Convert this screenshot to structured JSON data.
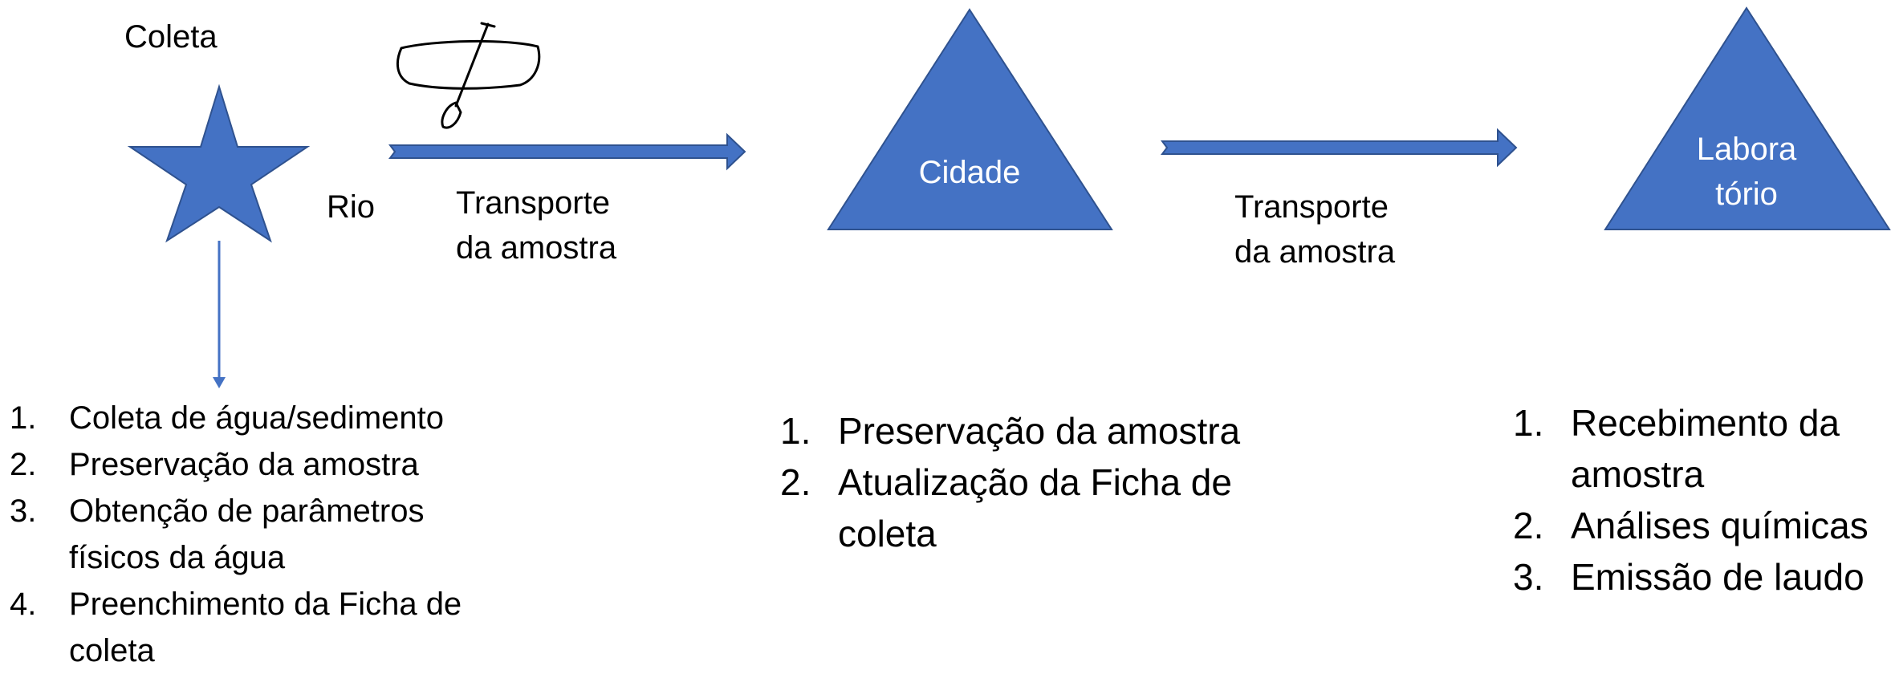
{
  "colors": {
    "shape_fill": "#4472c4",
    "shape_stroke": "#2f528f",
    "text": "#000000",
    "shape_text": "#ffffff"
  },
  "icons": {
    "collection_point": "star-icon",
    "river_transport": "canoe-icon"
  },
  "labels": {
    "coleta": "Coleta",
    "rio": "Rio",
    "transporte_1": "Transporte da amostra",
    "transporte_2": "Transporte da amostra",
    "cidade": "Cidade",
    "laboratorio_l1": "Labora",
    "laboratorio_l2": "tório"
  },
  "lists": {
    "coleta": [
      {
        "num": "1.",
        "text": "Coleta de água/sedimento"
      },
      {
        "num": "2.",
        "text": "Preservação da amostra"
      },
      {
        "num": "3.",
        "text": "Obtenção de parâmetros físicos da água"
      },
      {
        "num": "4.",
        "text": "Preenchimento da Ficha de coleta"
      }
    ],
    "cidade": [
      {
        "num": "1.",
        "text": "Preservação da amostra"
      },
      {
        "num": "2.",
        "text": "Atualização da Ficha de coleta"
      }
    ],
    "laboratorio": [
      {
        "num": "1.",
        "text": "Recebimento da amostra"
      },
      {
        "num": "2.",
        "text": "Análises químicas"
      },
      {
        "num": "3.",
        "text": "Emissão de laudo"
      }
    ]
  }
}
